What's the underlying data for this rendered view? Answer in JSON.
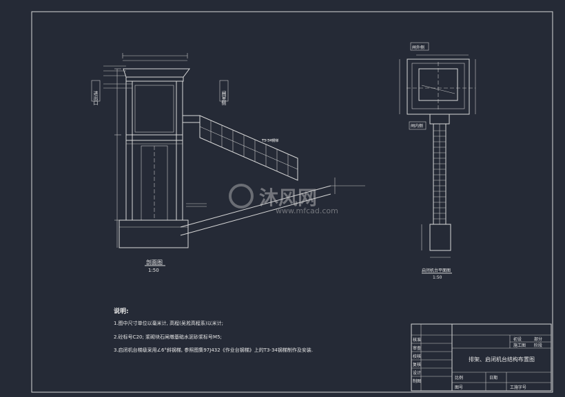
{
  "section_view": {
    "left_side_label": "进出口",
    "right_side_label": "闸室侧",
    "stair_label": "T3-34钢梯",
    "title": "剖面图",
    "scale": "1:50"
  },
  "plan_view": {
    "top_label": "闸外侧",
    "side_label": "闸内侧",
    "title": "启闭机台平面图",
    "scale": "1:50"
  },
  "notes": {
    "heading": "说明:",
    "items": [
      "1.图中尺寸单位以毫米计, 高程(吴淞高程系)以米计;",
      "2.砼标号C20; 浆砌块石闸墩基础水泥砂浆标号M5;",
      "3.启闭机台梯级采用∠6°斜钢梯, 参照图集97J432《作业台钢梯》上的T3-34钢梯制作及安装."
    ]
  },
  "title_block": {
    "rows": [
      "核准",
      "审查",
      "校核",
      "复核",
      "设计",
      "制图"
    ],
    "top_right": [
      "初设",
      "部分"
    ],
    "stage_label": "施工图",
    "stage_value": "阶段",
    "drawing_title": "排架、启闭机台结构布置图",
    "scale_label": "比例",
    "date_label": "日期",
    "number_label": "图号",
    "drawing_number": "工施字号"
  },
  "watermark": {
    "brand": "沐风网",
    "url": "www.mfcad.com"
  }
}
